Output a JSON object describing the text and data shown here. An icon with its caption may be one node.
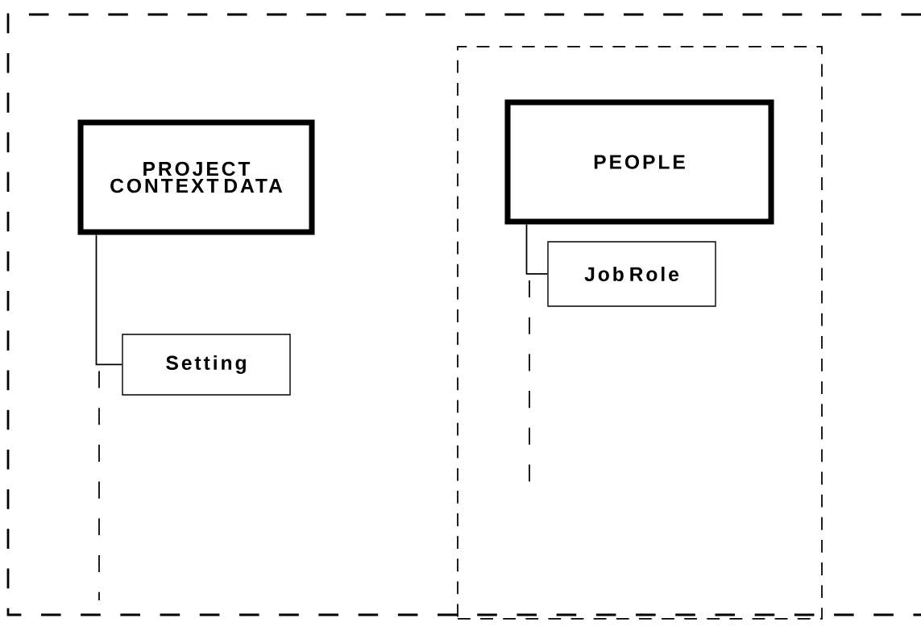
{
  "diagram": {
    "nodes": [
      {
        "text": [
          "PROJECT CONTEXT DATA"
        ]
      },
      {
        "text": [
          "Setting"
        ]
      },
      {
        "text": [],
        "shape": "box"
      },
      {
        "text": [
          "PEOPLE"
        ],
        "in": 2
      },
      {
        "text": [
          "Job Role"
        ],
        "in": 2
      }
    ],
    "edges": [
      {
        "from": 0,
        "to": 1,
        "arrow": "none"
      },
      {
        "from": 3,
        "to": 4,
        "arrow": "none"
      }
    ]
  }
}
